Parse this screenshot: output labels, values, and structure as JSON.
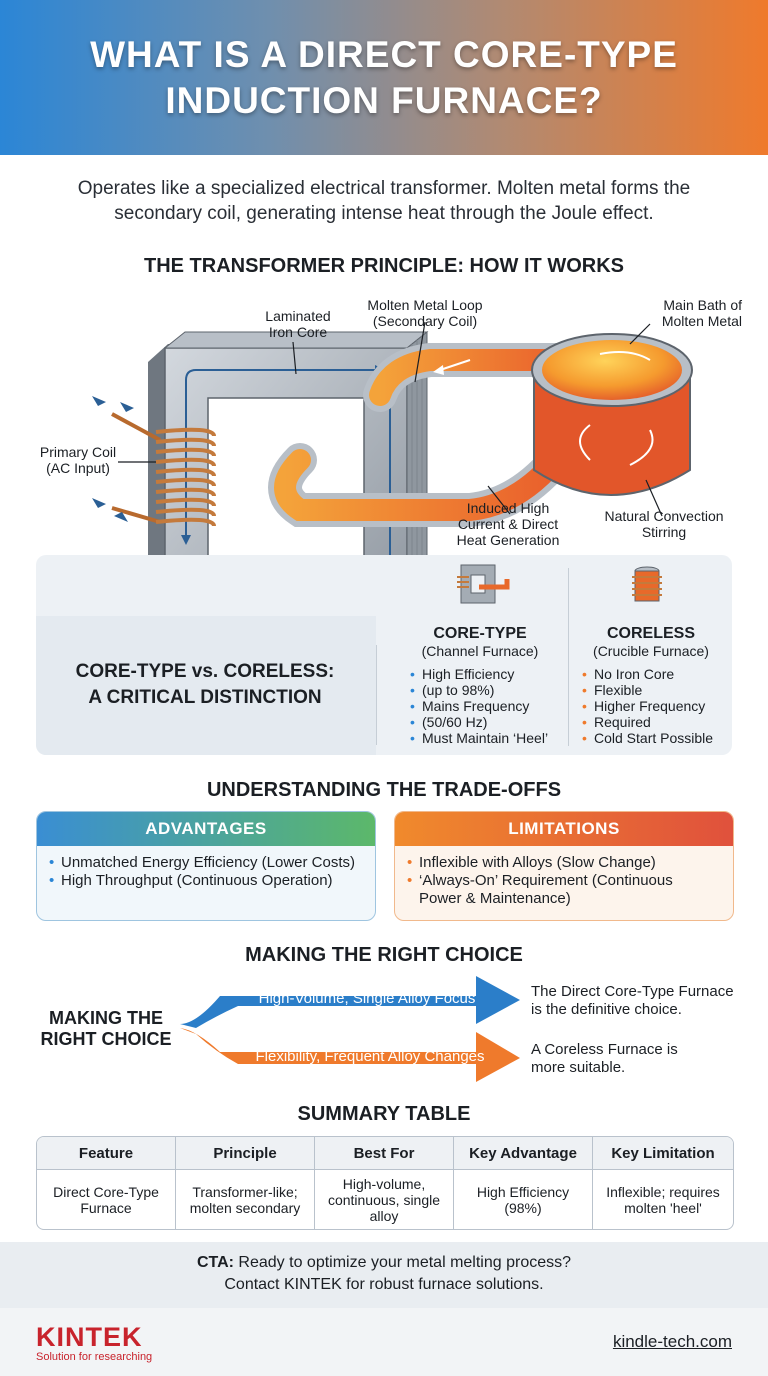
{
  "header": {
    "title": "WHAT IS A DIRECT CORE-TYPE INDUCTION FURNACE?"
  },
  "intro": "Operates like a specialized electrical transformer. Molten metal forms the secondary coil, generating intense heat through the Joule effect.",
  "diagram": {
    "title": "THE TRANSFORMER PRINCIPLE: HOW IT WORKS",
    "labels": {
      "core": [
        "Laminated",
        "Iron Core"
      ],
      "loop": [
        "Molten Metal Loop",
        "(Secondary Coil)"
      ],
      "bath": [
        "Main Bath of",
        "Molten Metal"
      ],
      "primary": [
        "Primary Coil",
        "(AC Input)"
      ],
      "induced": [
        "Induced High",
        "Current & Direct",
        "Heat Generation"
      ],
      "convection": [
        "Natural Convection",
        "Stirring"
      ]
    }
  },
  "comparison": {
    "title_line1": "CORE-TYPE vs. CORELESS:",
    "title_line2": "A CRITICAL DISTINCTION",
    "core_type": {
      "name": "CORE-TYPE",
      "sub": "(Channel Furnace)",
      "items": [
        "High Efficiency",
        "(up to 98%)",
        "Mains Frequency",
        "(50/60 Hz)",
        "Must Maintain ‘Heel’"
      ]
    },
    "coreless": {
      "name": "CORELESS",
      "sub": "(Crucible Furnace)",
      "items": [
        "No Iron Core",
        "Flexible",
        "Higher Frequency",
        "Required",
        "Cold Start Possible"
      ]
    }
  },
  "tradeoffs": {
    "title": "UNDERSTANDING THE TRADE-OFFS",
    "advantages": {
      "label": "ADVANTAGES",
      "items": [
        "Unmatched Energy Efficiency (Lower Costs)",
        "High Throughput (Continuous Operation)"
      ]
    },
    "limitations": {
      "label": "LIMITATIONS",
      "items": [
        "Inflexible with Alloys (Slow Change)",
        "‘Always-On’ Requirement (Continuous",
        "Power & Maintenance)"
      ]
    }
  },
  "choice": {
    "title": "MAKING THE RIGHT CHOICE",
    "left_line1": "MAKING THE",
    "left_line2": "RIGHT CHOICE",
    "path_a": "High-Volume, Single Alloy Focus",
    "path_b": "Flexibility, Frequent Alloy Changes",
    "result_a_line1": "The Direct Core-Type Furnace",
    "result_a_line2": "is the definitive choice.",
    "result_b_line1": "A Coreless Furnace is",
    "result_b_line2": "more suitable."
  },
  "summary": {
    "title": "SUMMARY TABLE",
    "headers": [
      "Feature",
      "Principle",
      "Best For",
      "Key Advantage",
      "Key Limitation"
    ],
    "row": [
      [
        "Direct Core-Type",
        "Furnace"
      ],
      [
        "Transformer-like;",
        "molten secondary"
      ],
      [
        "High-volume,",
        "continuous, single",
        "alloy"
      ],
      [
        "High Efficiency",
        "(98%)"
      ],
      [
        "Inflexible; requires",
        "molten 'heel'"
      ]
    ]
  },
  "cta": {
    "prefix": "CTA:",
    "line1": " Ready to optimize your metal melting process?",
    "line2": "Contact KINTEK for robust furnace solutions."
  },
  "footer": {
    "brand": "KINTEK",
    "tagline": "Solution for researching",
    "site": "kindle-tech.com"
  },
  "colors": {
    "blue": "#2b86d6",
    "orange": "#ef7a2c",
    "red": "#c8232c"
  }
}
